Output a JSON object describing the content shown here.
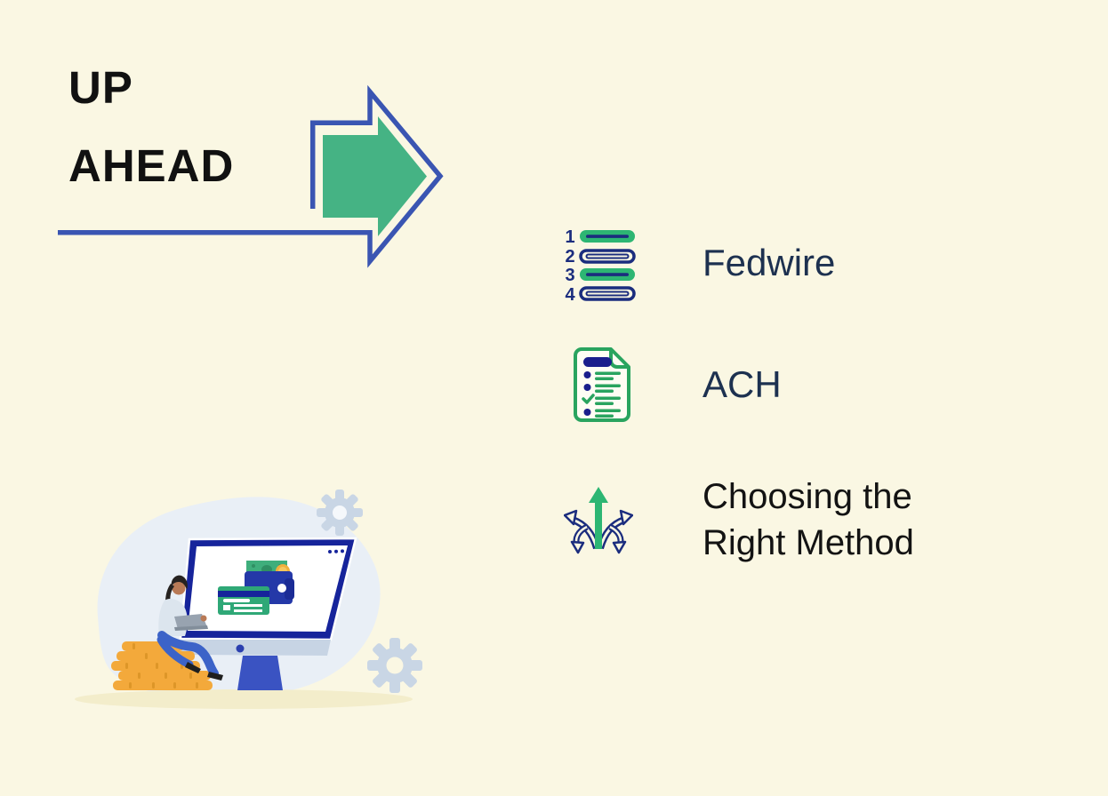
{
  "slide": {
    "title_line1": "UP",
    "title_line2": "AHEAD"
  },
  "agenda": {
    "items": [
      {
        "icon": "numbered-list-icon",
        "label": "Fedwire"
      },
      {
        "icon": "checklist-icon",
        "label": "ACH"
      },
      {
        "icon": "directions-icon",
        "label": "Choosing the Right Method"
      }
    ],
    "numbered_list_digits": [
      "1",
      "2",
      "3",
      "4"
    ]
  },
  "colors": {
    "background": "#FAF7E3",
    "title_text": "#111111",
    "item_text_navy": "#1D3150",
    "item_text_dark": "#131313",
    "accent_green": "#45B384",
    "accent_blue": "#3A55B2",
    "icon_navy": "#1B2D7E",
    "icon_green": "#2DB673",
    "doc_green": "#29A45F",
    "monitor_navy": "#16249B",
    "stand_blue": "#3A53C2",
    "gear_gray": "#C9D6E5",
    "blob_blue": "#E9EFF6",
    "coin_orange": "#F3A93B",
    "ground_shadow": "#F3EDCB"
  }
}
